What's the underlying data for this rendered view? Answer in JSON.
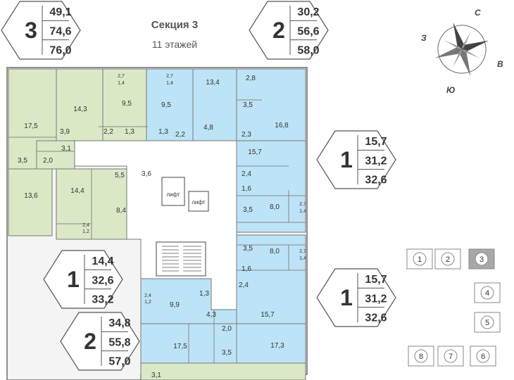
{
  "header": {
    "title": "Секция 3",
    "subtitle": "11 этажей"
  },
  "compass": {
    "n": "С",
    "w": "З",
    "e": "В",
    "s": "Ю"
  },
  "badges": [
    {
      "rooms": "3",
      "values": [
        "49,1",
        "74,6",
        "76,0"
      ]
    },
    {
      "rooms": "2",
      "values": [
        "30,2",
        "56,6",
        "58,0"
      ]
    },
    {
      "rooms": "1",
      "values": [
        "15,7",
        "31,2",
        "32,6"
      ]
    },
    {
      "rooms": "1",
      "values": [
        "14,4",
        "32,6",
        "33,2"
      ]
    },
    {
      "rooms": "1",
      "values": [
        "15,7",
        "31,2",
        "32,6"
      ]
    },
    {
      "rooms": "2",
      "values": [
        "34,8",
        "55,8",
        "57,0"
      ]
    }
  ],
  "elevator_label": "лифт",
  "room_labels": [
    "17,5",
    "14,3",
    "9,5",
    "2,7",
    "1,4",
    "9,5",
    "2,7",
    "1,4",
    "13,4",
    "2,8",
    "3,5",
    "16,8",
    "3,9",
    "2,2",
    "1,3",
    "1,3",
    "2,2",
    "4,8",
    "2,3",
    "3,1",
    "3,5",
    "2,0",
    "13,6",
    "5,5",
    "3,6",
    "14,4",
    "8,4",
    "2,4",
    "1,2",
    "15,7",
    "2,4",
    "1,6",
    "3,5",
    "8,0",
    "2,7",
    "1,4",
    "3,5",
    "8,0",
    "2,7",
    "1,4",
    "1,6",
    "2,4",
    "15,7",
    "2,4",
    "1,2",
    "9,9",
    "1,3",
    "4,3",
    "2,0",
    "17,5",
    "3,5",
    "17,3",
    "3,1"
  ],
  "sections_map": [
    "1",
    "2",
    "3",
    "4",
    "5",
    "6",
    "7",
    "8"
  ],
  "colors": {
    "green": "#dbe8c6",
    "blue": "#bde3f6",
    "active": "#a8a8a8",
    "wall": "#6e6e6e"
  }
}
